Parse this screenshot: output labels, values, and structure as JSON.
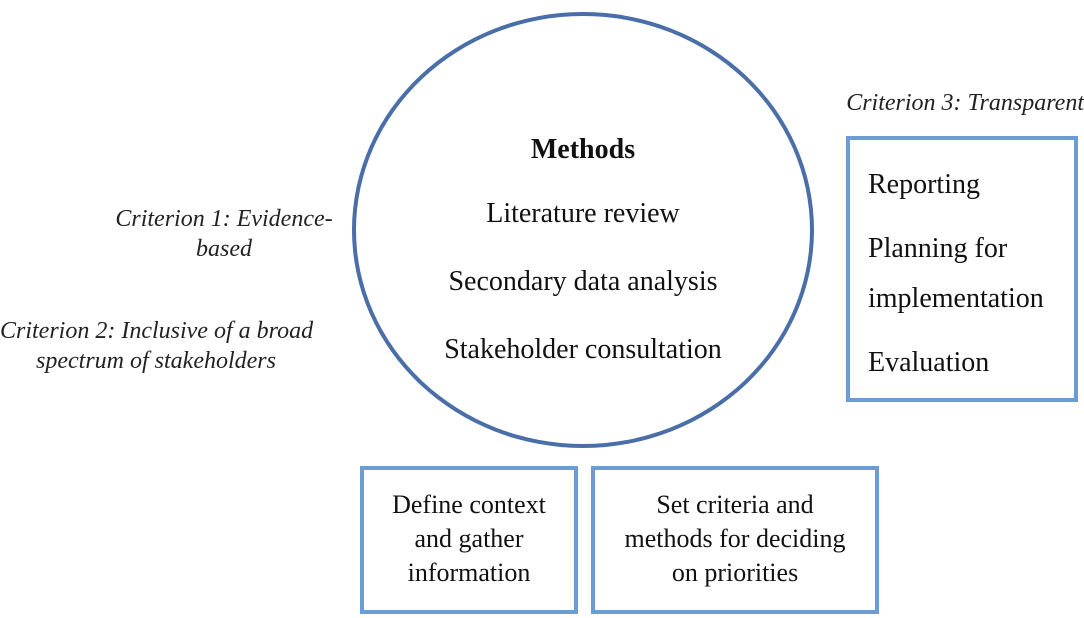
{
  "criteria": {
    "c1": {
      "line1": "Criterion 1: Evidence-",
      "line2": "based"
    },
    "c2": {
      "line1": "Criterion 2: Inclusive of a broad",
      "line2": "spectrum of stakeholders"
    },
    "c3": {
      "line1": "Criterion 3: Transparent"
    }
  },
  "methods": {
    "heading": "Methods",
    "items": [
      "Literature review",
      "Secondary data analysis",
      "Stakeholder consultation"
    ]
  },
  "right_box": {
    "item0": "Reporting",
    "item1_line1": "Planning for",
    "item1_line2": "implementation",
    "item2": "Evaluation"
  },
  "bottom_boxes": {
    "define": {
      "line1": "Define context",
      "line2": "and gather",
      "line3": "information"
    },
    "criteria": {
      "line1": "Set criteria and",
      "line2": "methods for deciding",
      "line3": "on priorities"
    }
  },
  "colors": {
    "circle_border": "#4a6ea8",
    "box_border": "#6d9bd3"
  }
}
